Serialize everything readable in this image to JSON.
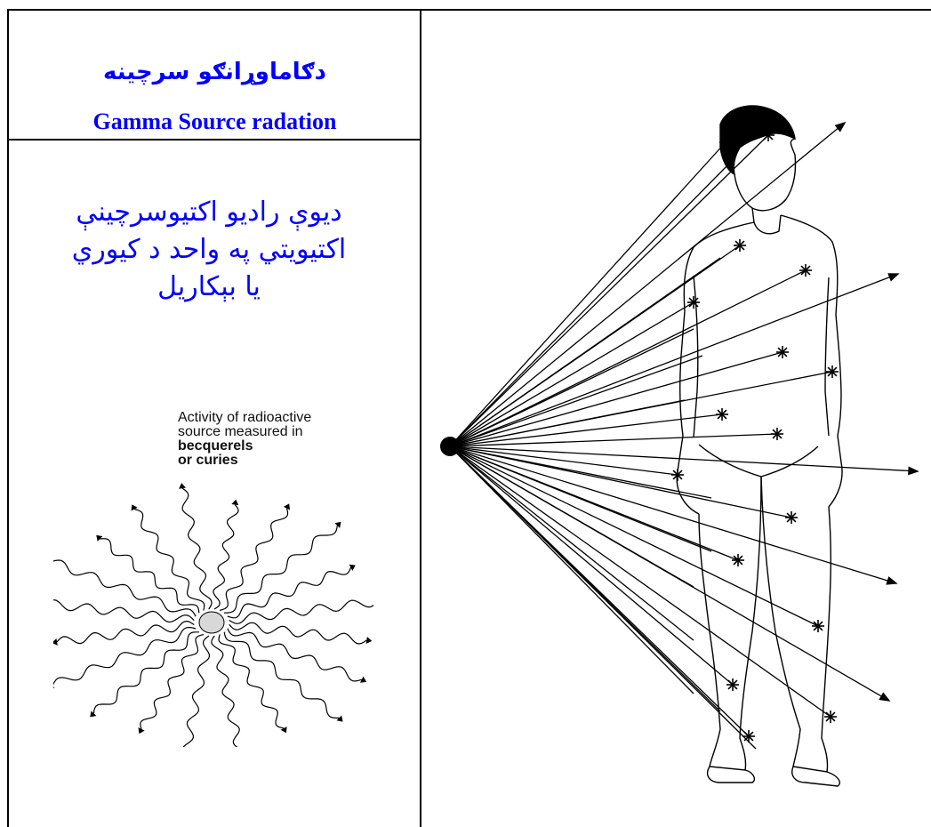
{
  "left_panel": {
    "heading_pashto": "دګاماوړانګو سرچينه",
    "heading_english": "Gamma Source radation",
    "body_pashto": [
      "ديوې راديو اکتيوسرچينې",
      "اکتيويتي په واحد د کيوري",
      "يا بېکاريل"
    ],
    "figure_caption": {
      "line1": "Activity of radioactive",
      "line2": "source measured in",
      "line3": "becquerels",
      "line4": "or curies"
    }
  },
  "right_panel": {
    "figure": "gamma rays from a point source passing through a human body"
  }
}
